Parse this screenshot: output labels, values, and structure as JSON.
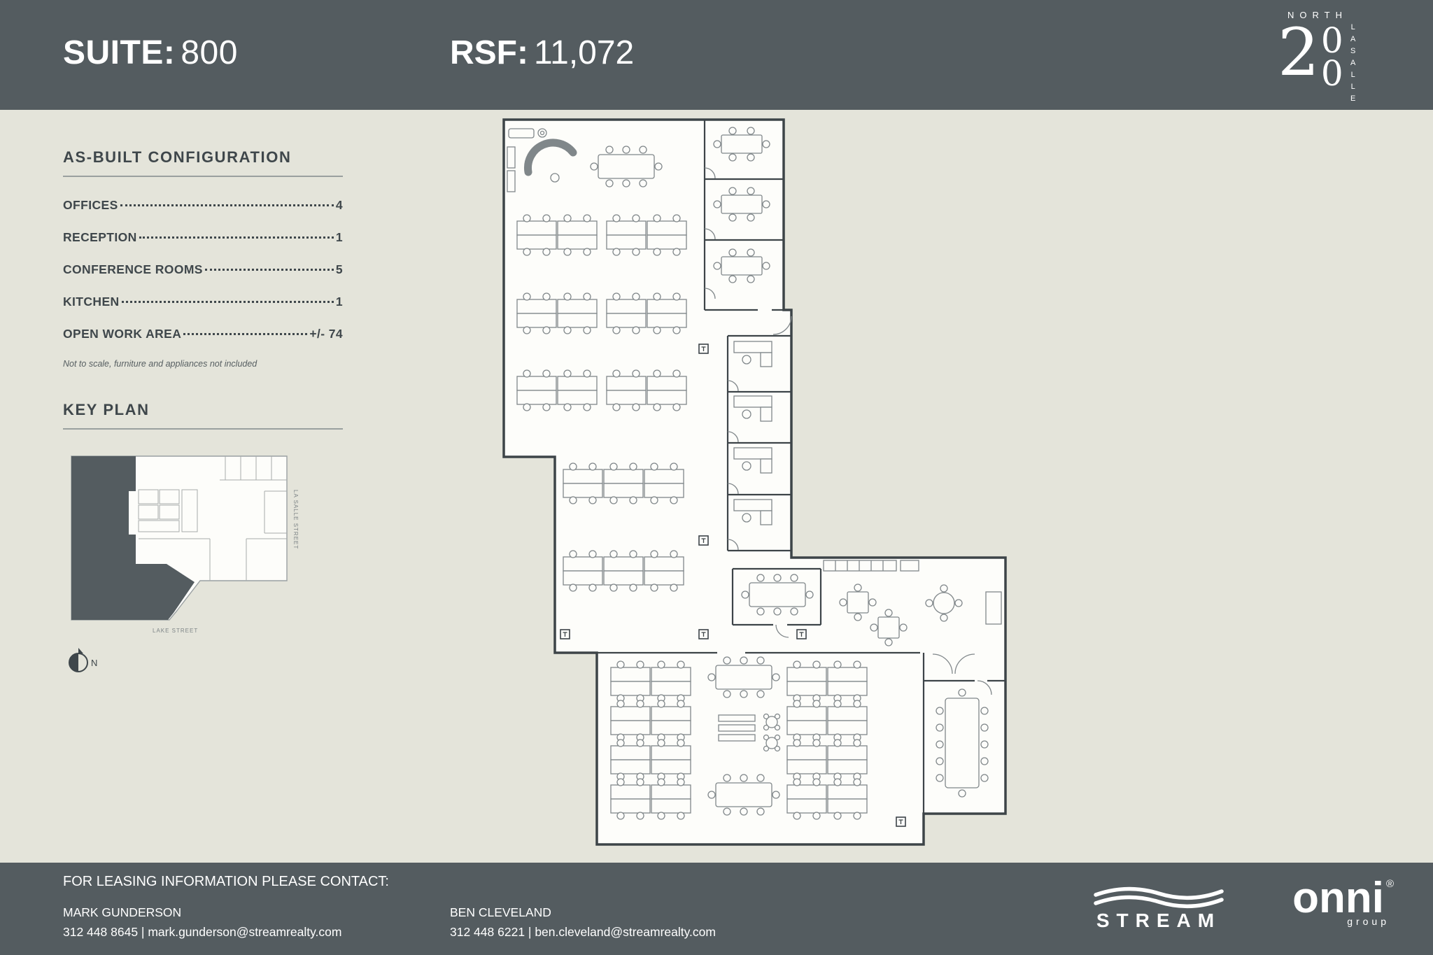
{
  "colors": {
    "header_bg": "#545c60",
    "page_bg": "#e4e4da",
    "ink": "#3f474b",
    "plan_wall": "#3d4448",
    "plan_furniture": "#80878a"
  },
  "header": {
    "suite_label": "SUITE:",
    "suite_number": "800",
    "rsf_label": "RSF:",
    "rsf_value": "11,072",
    "building_logo": {
      "north": "NORTH",
      "lasalle": "LASALLE",
      "digit_1": "2",
      "digit_2": "0",
      "digit_3": "0"
    }
  },
  "sidebar": {
    "config_title": "AS-BUILT CONFIGURATION",
    "config_items": [
      {
        "label": "OFFICES",
        "value": "4"
      },
      {
        "label": "RECEPTION",
        "value": "1"
      },
      {
        "label": "CONFERENCE ROOMS",
        "value": "5"
      },
      {
        "label": "KITCHEN",
        "value": "1"
      },
      {
        "label": "OPEN WORK AREA",
        "value": "+/- 74"
      }
    ],
    "disclaimer": "Not to scale, furniture and appliances not included",
    "key_plan_title": "KEY PLAN",
    "street_side": "LA SALLE STREET",
    "street_bottom": "LAKE STREET",
    "north_label": "N"
  },
  "footer": {
    "heading": "FOR LEASING INFORMATION PLEASE CONTACT:",
    "contacts": [
      {
        "name": "MARK GUNDERSON",
        "line": "312 448 8645 | mark.gunderson@streamrealty.com"
      },
      {
        "name": "BEN CLEVELAND",
        "line": "312 448 6221 | ben.cleveland@streamrealty.com"
      }
    ],
    "stream_logo": {
      "text": "STREAM"
    },
    "onni_logo": {
      "text": "onni",
      "reg": "®",
      "sub": "group"
    }
  }
}
